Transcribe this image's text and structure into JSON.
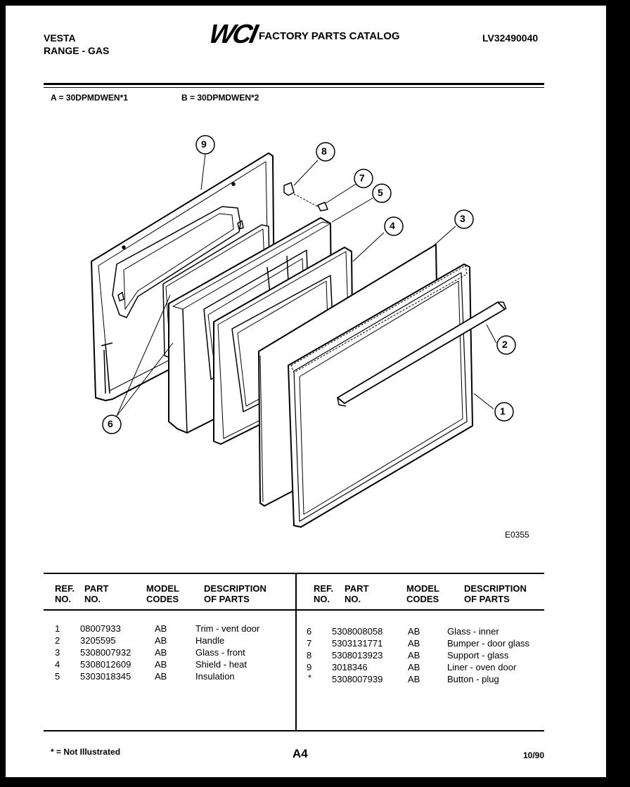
{
  "header": {
    "brand": "VESTA",
    "category": "RANGE - GAS",
    "logo_text": "WCI",
    "catalog_title": "FACTORY PARTS CATALOG",
    "catalog_number": "LV32490040"
  },
  "models": {
    "a": "A = 30DPMDWEN*1",
    "b": "B = 30DPMDWEN*2"
  },
  "diagram": {
    "callouts": [
      "1",
      "2",
      "3",
      "4",
      "5",
      "6",
      "7",
      "8",
      "9",
      "6"
    ],
    "figure_code": "E0355"
  },
  "parts_table": {
    "columns": {
      "ref": [
        "REF.",
        "NO."
      ],
      "part": [
        "PART",
        "NO."
      ],
      "model": [
        "MODEL",
        "CODES"
      ],
      "desc": [
        "DESCRIPTION",
        "OF PARTS"
      ]
    },
    "left_rows": [
      {
        "ref": "1",
        "part": "08007933",
        "model": "AB",
        "desc": "Trim - vent door"
      },
      {
        "ref": "2",
        "part": "3205595",
        "model": "AB",
        "desc": "Handle"
      },
      {
        "ref": "3",
        "part": "5308007932",
        "model": "AB",
        "desc": "Glass - front"
      },
      {
        "ref": "4",
        "part": "5308012609",
        "model": "AB",
        "desc": "Shield - heat"
      },
      {
        "ref": "5",
        "part": "5303018345",
        "model": "AB",
        "desc": "Insulation"
      }
    ],
    "right_rows": [
      {
        "ref": "6",
        "part": "5308008058",
        "model": "AB",
        "desc": "Glass - inner"
      },
      {
        "ref": "7",
        "part": "5303131771",
        "model": "AB",
        "desc": "Bumper - door glass"
      },
      {
        "ref": "8",
        "part": "5308013923",
        "model": "AB",
        "desc": "Support - glass"
      },
      {
        "ref": "9",
        "part": "3018346",
        "model": "AB",
        "desc": "Liner - oven door"
      },
      {
        "ref": "*",
        "part": "5308007939",
        "model": "AB",
        "desc": "Button - plug"
      }
    ]
  },
  "footer": {
    "note": "* = Not Illustrated",
    "page": "A4",
    "date": "10/90"
  }
}
